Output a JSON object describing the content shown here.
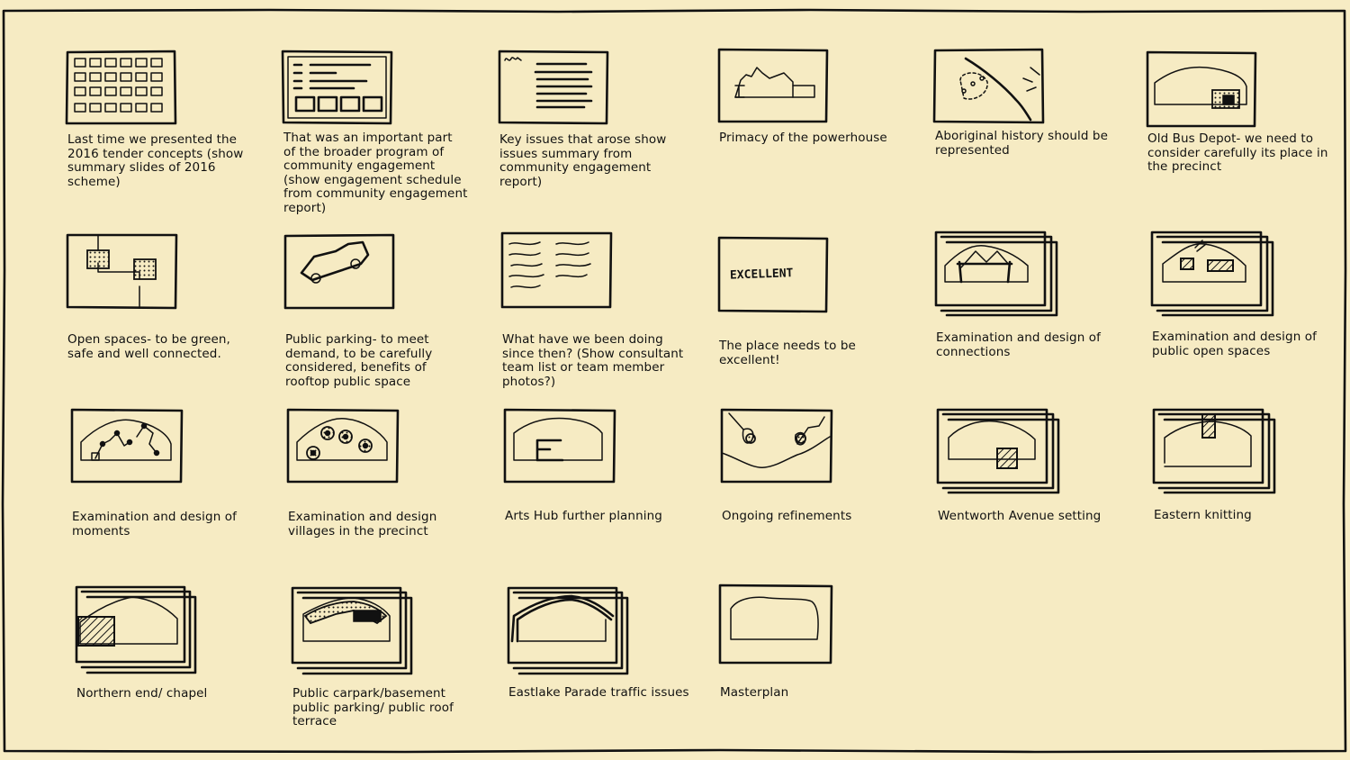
{
  "panels": [
    {
      "caption": "Last time we presented the 2016 tender concepts (show summary slides of 2016 scheme)",
      "icon": "grid-of-slides-icon"
    },
    {
      "caption": "That was an important part of the broader program of community engagement (show engagement schedule from community engagement report)",
      "icon": "schedule-icon"
    },
    {
      "caption": "Key issues that arose show issues summary from community engagement report)",
      "icon": "text-summary-icon"
    },
    {
      "caption": "Primacy of the powerhouse",
      "icon": "powerhouse-icon"
    },
    {
      "caption": "Aboriginal history should be represented",
      "icon": "river-map-icon"
    },
    {
      "caption": "Old Bus Depot- we need to consider carefully its place in the precinct",
      "icon": "bus-depot-icon"
    },
    {
      "caption": "Open spaces- to be green, safe and well connected.",
      "icon": "open-spaces-icon"
    },
    {
      "caption": "Public parking- to meet demand, to be carefully considered, benefits of rooftop public space",
      "icon": "car-icon"
    },
    {
      "caption": "What have we been doing since then? (Show consultant team list or team member photos?)",
      "icon": "team-list-icon"
    },
    {
      "caption": "The place needs to be excellent!",
      "icon": "excellent-icon",
      "sketch_text": "EXCELLENT"
    },
    {
      "caption": "Examination and design of connections",
      "icon": "connections-icon"
    },
    {
      "caption": "Examination and design of public open spaces",
      "icon": "public-open-spaces-icon"
    },
    {
      "caption": "Examination and design of moments",
      "icon": "moments-icon"
    },
    {
      "caption": "Examination and design villages in the precinct",
      "icon": "villages-icon"
    },
    {
      "caption": "Arts Hub further planning",
      "icon": "arts-hub-icon"
    },
    {
      "caption": "Ongoing refinements",
      "icon": "refinements-icon"
    },
    {
      "caption": "Wentworth Avenue setting",
      "icon": "wentworth-avenue-icon"
    },
    {
      "caption": "Eastern knitting",
      "icon": "eastern-knitting-icon"
    },
    {
      "caption": "Northern end/ chapel",
      "icon": "northern-end-icon"
    },
    {
      "caption": "Public carpark/basement public parking/ public roof terrace",
      "icon": "carpark-icon"
    },
    {
      "caption": "Eastlake Parade traffic issues",
      "icon": "traffic-icon"
    },
    {
      "caption": "Masterplan",
      "icon": "masterplan-icon"
    }
  ]
}
